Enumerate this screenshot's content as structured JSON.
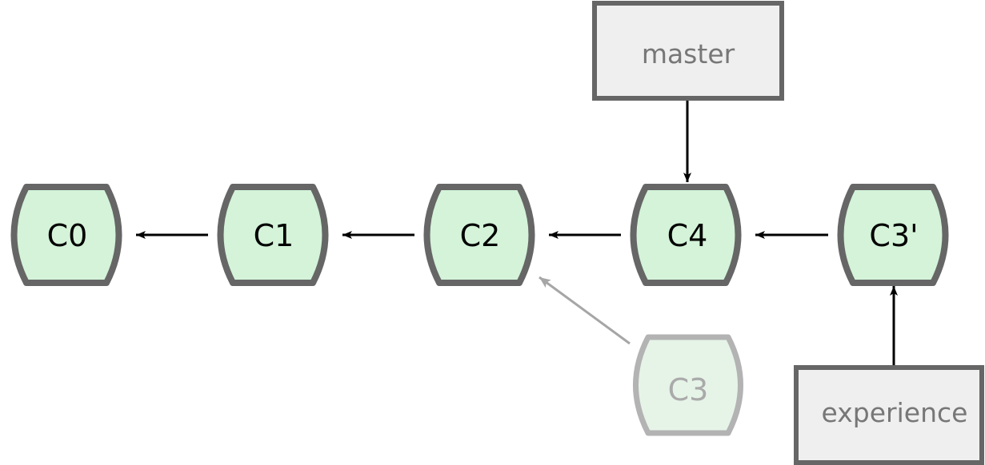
{
  "colors": {
    "commit_fill": "#d4f3d9",
    "commit_stroke": "#666666",
    "ghost_fill": "#e6f4e8",
    "ghost_stroke": "#b3b3b3",
    "branch_fill": "#efefef",
    "branch_stroke": "#666666",
    "arrow": "#000000",
    "ghost_arrow": "#a6a6a6"
  },
  "commits": [
    {
      "id": "C0"
    },
    {
      "id": "C1"
    },
    {
      "id": "C2"
    },
    {
      "id": "C4"
    },
    {
      "id": "C3'"
    },
    {
      "id": "C3",
      "ghost": true
    }
  ],
  "branches": [
    {
      "name": "master",
      "points_to": "C4"
    },
    {
      "name": "experience",
      "points_to": "C3'"
    }
  ],
  "parent_links": [
    {
      "from": "C1",
      "to": "C0"
    },
    {
      "from": "C2",
      "to": "C1"
    },
    {
      "from": "C4",
      "to": "C2"
    },
    {
      "from": "C3'",
      "to": "C4"
    },
    {
      "from": "C3",
      "to": "C2",
      "ghost": true
    }
  ]
}
